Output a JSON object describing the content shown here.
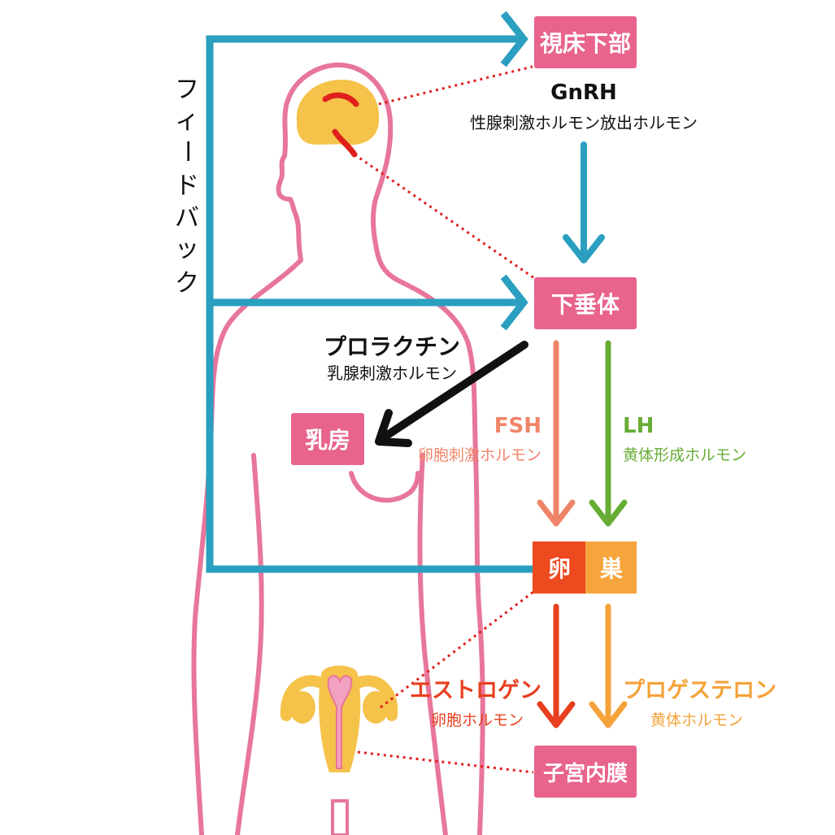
{
  "colors": {
    "feedback": "#2a9fc0",
    "body_outline": "#e8769a",
    "box_pink": "#e8648c",
    "fsh": "#f08469",
    "lh": "#67ad35",
    "estrogen": "#e8401f",
    "progesterone": "#f5a23a",
    "ovary_left": "#ee4a20",
    "ovary_right": "#f6a53d",
    "brain": "#f5c24a",
    "brain_marks": "#e0201c",
    "dotted": "#e0201c",
    "uterus": "#f5c24a",
    "uterus_inner": "#f3a1c0",
    "black": "#111111"
  },
  "nodes": {
    "hypothalamus": "視床下部",
    "pituitary": "下垂体",
    "breast": "乳房",
    "ovary_left": "卵",
    "ovary_right": "巣",
    "endometrium": "子宮内膜"
  },
  "feedback_label": [
    "フ",
    "ィ",
    "ー",
    "ド",
    "バ",
    "ッ",
    "ク"
  ],
  "hormones": {
    "gnrh": {
      "name": "GnRH",
      "desc": "性腺刺激ホルモン放出ホルモン"
    },
    "prolactin": {
      "name": "プロラクチン",
      "desc": "乳腺刺激ホルモン"
    },
    "fsh": {
      "name": "FSH",
      "desc": "卵胞刺激ホルモン"
    },
    "lh": {
      "name": "LH",
      "desc": "黄体形成ホルモン"
    },
    "estrogen": {
      "name": "エストロゲン",
      "desc": "卵胞ホルモン"
    },
    "progesterone": {
      "name": "プロゲステロン",
      "desc": "黄体ホルモン"
    }
  }
}
